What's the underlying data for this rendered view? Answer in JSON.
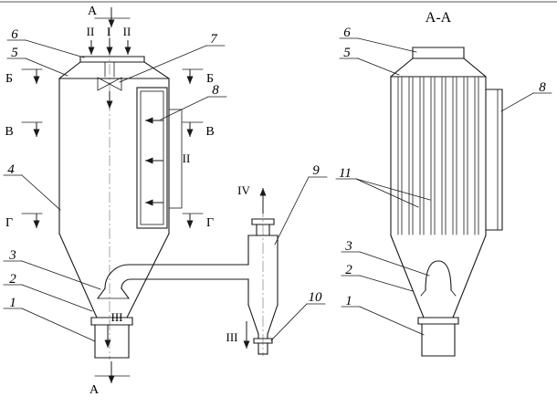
{
  "drawing": {
    "titles": {
      "section": "А-А"
    },
    "nums": {
      "n1": "1",
      "n2": "2",
      "n3": "3",
      "n4": "4",
      "n5": "5",
      "n6": "6",
      "n7": "7",
      "n8": "8",
      "n9": "9",
      "n10": "10",
      "n11": "11"
    },
    "letters": {
      "A": "А",
      "B": "Б",
      "V": "В",
      "G": "Г"
    },
    "flows": {
      "I": "I",
      "II": "II",
      "III": "III",
      "IV": "IV"
    }
  }
}
